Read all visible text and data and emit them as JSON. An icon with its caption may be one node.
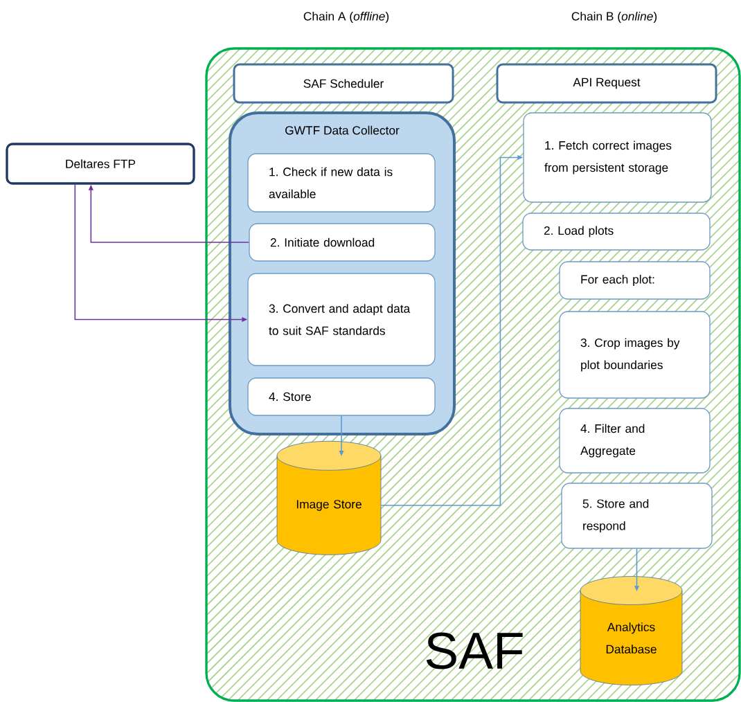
{
  "diagram": {
    "nodes": [
      {
        "text": [
          "Deltares FTP"
        ]
      },
      {
        "text": [
          "SAF"
        ]
      },
      {
        "text": [
          "SAF Scheduler"
        ],
        "in": 1
      },
      {
        "text": [
          "API Request"
        ],
        "in": 1
      },
      {
        "text": [
          "GWTF Data Collector"
        ],
        "in": 1
      },
      {
        "text": [
          "1. Check if new data is available"
        ],
        "in": 4
      },
      {
        "text": [
          "2. Initiate download"
        ],
        "in": 4
      },
      {
        "text": [
          "3. Convert and adapt data to suit SAF standards"
        ],
        "in": 4
      },
      {
        "text": [
          "4. Store"
        ],
        "in": 4
      },
      {
        "text": [
          "Image Store"
        ],
        "in": 1
      },
      {
        "text": [
          "1. Fetch correct images from persistent storage"
        ],
        "in": 1
      },
      {
        "text": [
          "2. Load plots"
        ],
        "in": 1
      },
      {
        "text": [
          "For each plot:"
        ],
        "in": 1
      },
      {
        "text": [
          "3. Crop images by plot boundaries"
        ],
        "in": 1
      },
      {
        "text": [
          "4. Filter and Aggregate"
        ],
        "in": 1
      },
      {
        "text": [
          "5. Store and respond"
        ],
        "in": 1
      },
      {
        "text": [
          "Analytics Database"
        ],
        "in": 1
      }
    ],
    "edges": [
      {
        "from": 6,
        "to": 0,
        "arrow": "to",
        "color": "#7030a0"
      },
      {
        "from": 0,
        "to": 7,
        "arrow": "to",
        "color": "#7030a0"
      },
      {
        "from": 8,
        "to": 9,
        "arrow": "to"
      },
      {
        "from": 9,
        "to": 10,
        "arrow": "to"
      },
      {
        "from": 15,
        "to": 16,
        "arrow": "to"
      }
    ],
    "labels": [
      "Chain A (*offline*)",
      "Chain B (*online*)"
    ]
  }
}
